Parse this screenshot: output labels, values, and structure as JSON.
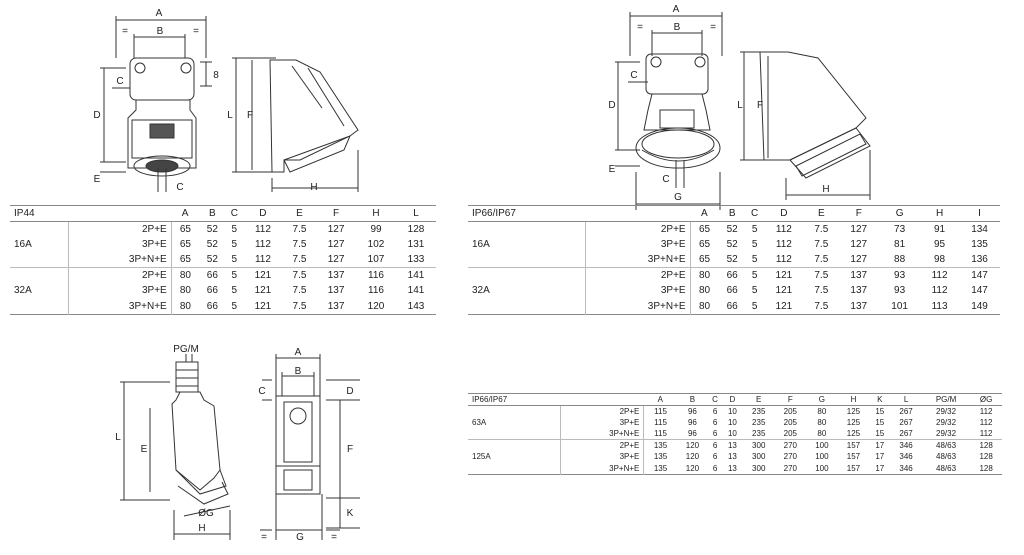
{
  "dims": {
    "d1": {
      "A": "A",
      "B": "B",
      "eq": "=",
      "C": "C",
      "D": "D",
      "E": "E",
      "eight": "8",
      "L": "L",
      "F": "F",
      "H": "H"
    },
    "d2": {
      "A": "A",
      "B": "B",
      "eq": "=",
      "C": "C",
      "D": "D",
      "E": "E",
      "L": "L",
      "F": "F",
      "H": "H",
      "G": "G"
    },
    "d3": {
      "PG": "PG/M",
      "L": "L",
      "E": "E",
      "G": "ØG",
      "H": "H"
    },
    "d4": {
      "A": "A",
      "B": "B",
      "C": "C",
      "D": "D",
      "F": "F",
      "K": "K",
      "G": "G",
      "eq": "="
    }
  },
  "table1": {
    "headers": [
      "IP44",
      "",
      "A",
      "B",
      "C",
      "D",
      "E",
      "F",
      "H",
      "L"
    ],
    "groups": [
      {
        "rating": "16A",
        "rows": [
          [
            "2P+E",
            "65",
            "52",
            "5",
            "112",
            "7.5",
            "127",
            "99",
            "128"
          ],
          [
            "3P+E",
            "65",
            "52",
            "5",
            "112",
            "7.5",
            "127",
            "102",
            "131"
          ],
          [
            "3P+N+E",
            "65",
            "52",
            "5",
            "112",
            "7.5",
            "127",
            "107",
            "133"
          ]
        ]
      },
      {
        "rating": "32A",
        "rows": [
          [
            "2P+E",
            "80",
            "66",
            "5",
            "121",
            "7.5",
            "137",
            "116",
            "141"
          ],
          [
            "3P+E",
            "80",
            "66",
            "5",
            "121",
            "7.5",
            "137",
            "116",
            "141"
          ],
          [
            "3P+N+E",
            "80",
            "66",
            "5",
            "121",
            "7.5",
            "137",
            "120",
            "143"
          ]
        ]
      }
    ]
  },
  "table2": {
    "headers": [
      "IP66/IP67",
      "",
      "A",
      "B",
      "C",
      "D",
      "E",
      "F",
      "G",
      "H",
      "I"
    ],
    "groups": [
      {
        "rating": "16A",
        "rows": [
          [
            "2P+E",
            "65",
            "52",
            "5",
            "112",
            "7.5",
            "127",
            "73",
            "91",
            "134"
          ],
          [
            "3P+E",
            "65",
            "52",
            "5",
            "112",
            "7.5",
            "127",
            "81",
            "95",
            "135"
          ],
          [
            "3P+N+E",
            "65",
            "52",
            "5",
            "112",
            "7.5",
            "127",
            "88",
            "98",
            "136"
          ]
        ]
      },
      {
        "rating": "32A",
        "rows": [
          [
            "2P+E",
            "80",
            "66",
            "5",
            "121",
            "7.5",
            "137",
            "93",
            "112",
            "147"
          ],
          [
            "3P+E",
            "80",
            "66",
            "5",
            "121",
            "7.5",
            "137",
            "93",
            "112",
            "147"
          ],
          [
            "3P+N+E",
            "80",
            "66",
            "5",
            "121",
            "7.5",
            "137",
            "101",
            "113",
            "149"
          ]
        ]
      }
    ]
  },
  "table3": {
    "headers": [
      "IP66/IP67",
      "",
      "A",
      "B",
      "C",
      "D",
      "E",
      "F",
      "G",
      "H",
      "K",
      "L",
      "PG/M",
      "ØG"
    ],
    "groups": [
      {
        "rating": "63A",
        "rows": [
          [
            "2P+E",
            "115",
            "96",
            "6",
            "10",
            "235",
            "205",
            "80",
            "125",
            "15",
            "267",
            "29/32",
            "112"
          ],
          [
            "3P+E",
            "115",
            "96",
            "6",
            "10",
            "235",
            "205",
            "80",
            "125",
            "15",
            "267",
            "29/32",
            "112"
          ],
          [
            "3P+N+E",
            "115",
            "96",
            "6",
            "10",
            "235",
            "205",
            "80",
            "125",
            "15",
            "267",
            "29/32",
            "112"
          ]
        ]
      },
      {
        "rating": "125A",
        "rows": [
          [
            "2P+E",
            "135",
            "120",
            "6",
            "13",
            "300",
            "270",
            "100",
            "157",
            "17",
            "346",
            "48/63",
            "128"
          ],
          [
            "3P+E",
            "135",
            "120",
            "6",
            "13",
            "300",
            "270",
            "100",
            "157",
            "17",
            "346",
            "48/63",
            "128"
          ],
          [
            "3P+N+E",
            "135",
            "120",
            "6",
            "13",
            "300",
            "270",
            "100",
            "157",
            "17",
            "346",
            "48/63",
            "128"
          ]
        ]
      }
    ]
  }
}
